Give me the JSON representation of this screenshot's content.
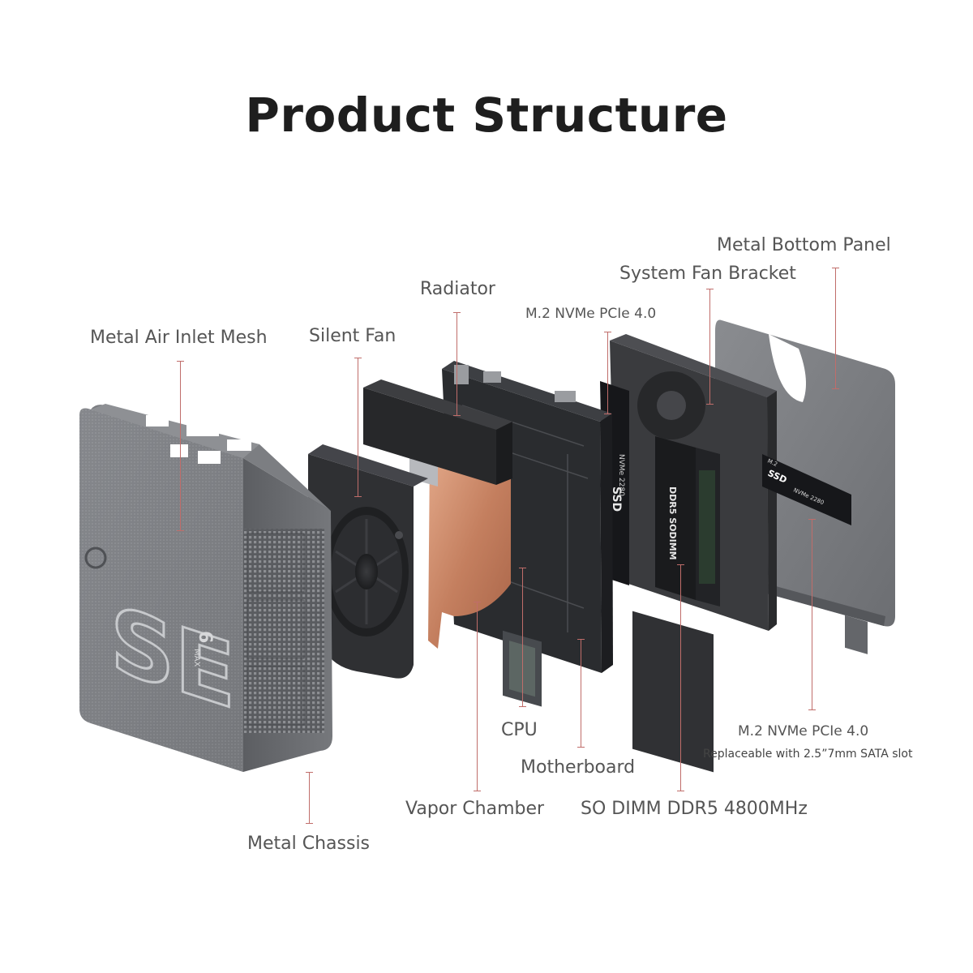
{
  "title": "Product Structure",
  "labels": {
    "metal_air_inlet_mesh": "Metal Air Inlet Mesh",
    "silent_fan": "Silent Fan",
    "radiator": "Radiator",
    "m2_nvme_top": "M.2 NVMe PCIe 4.0",
    "system_fan_bracket": "System Fan Bracket",
    "metal_bottom_panel": "Metal Bottom Panel",
    "cpu": "CPU",
    "motherboard": "Motherboard",
    "vapor_chamber": "Vapor Chamber",
    "so_dimm": "SO DIMM DDR5 4800MHz",
    "m2_nvme_bottom": "M.2 NVMe PCIe 4.0",
    "m2_nvme_bottom_note": "Replaceable with 2.5”7mm SATA slot",
    "metal_chassis": "Metal Chassis"
  },
  "product_marks": {
    "chassis_logo": "SE",
    "chassis_model_number": "6",
    "chassis_model_suffix": "MAX",
    "ssd_left_label": "SSD",
    "ssd_left_sub": "NVMe 2280",
    "ssd_right_prefix": "M.2",
    "ssd_right_label": "SSD",
    "ssd_right_sub": "NVMe 2280",
    "ram_label": "DDR5 SODIMM"
  },
  "colors": {
    "leader_line": "#c06d6a",
    "chassis": "#6e7074",
    "copper": "#c98c6b",
    "pcb": "#2b2d30"
  }
}
